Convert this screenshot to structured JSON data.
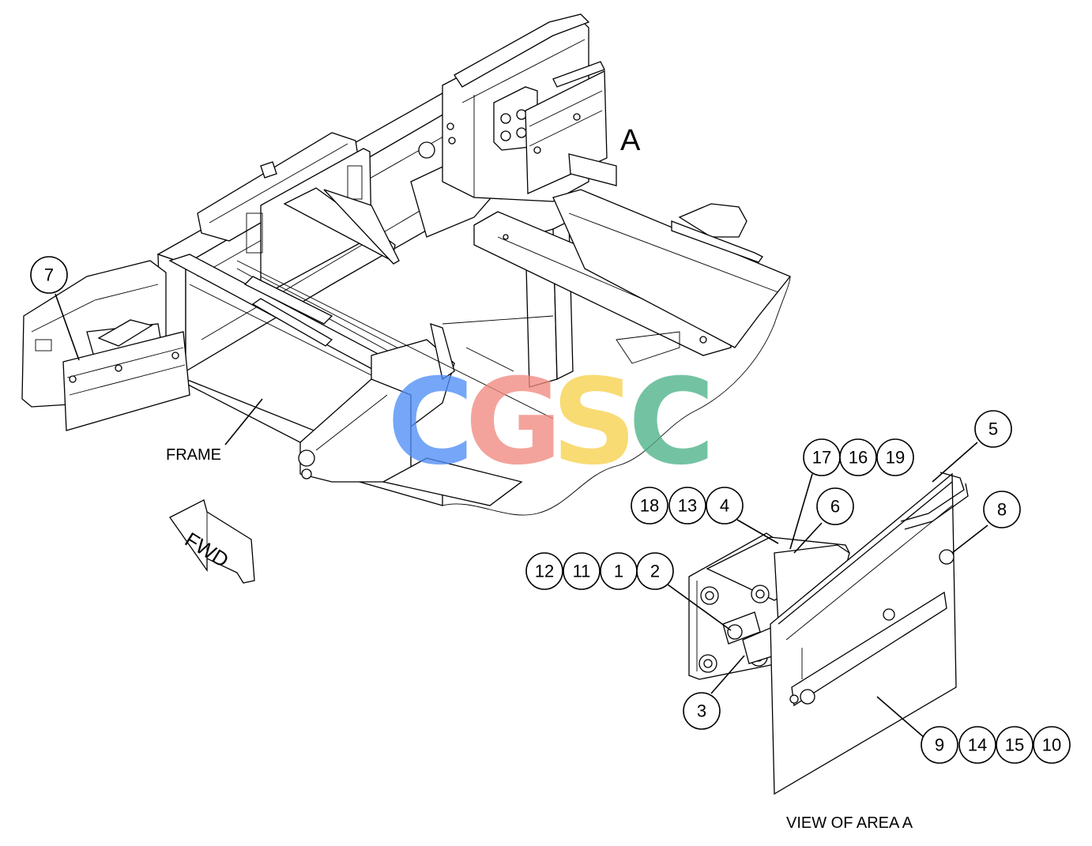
{
  "labels": {
    "view_marker": "A",
    "frame": "FRAME",
    "fwd": "FWD",
    "view_caption": "VIEW OF AREA A"
  },
  "watermark": {
    "letters": [
      "C",
      "G",
      "S",
      "C"
    ],
    "colors": [
      "#4f8ef7",
      "#f08a80",
      "#f7d24d",
      "#4db38a"
    ]
  },
  "callouts": {
    "c7": "7",
    "c5": "5",
    "c17": "17",
    "c16": "16",
    "c19": "19",
    "c18": "18",
    "c13": "13",
    "c4": "4",
    "c6": "6",
    "c8": "8",
    "c12": "12",
    "c11": "11",
    "c1": "1",
    "c2": "2",
    "c3": "3",
    "c9": "9",
    "c14": "14",
    "c15": "15",
    "c10": "10"
  }
}
